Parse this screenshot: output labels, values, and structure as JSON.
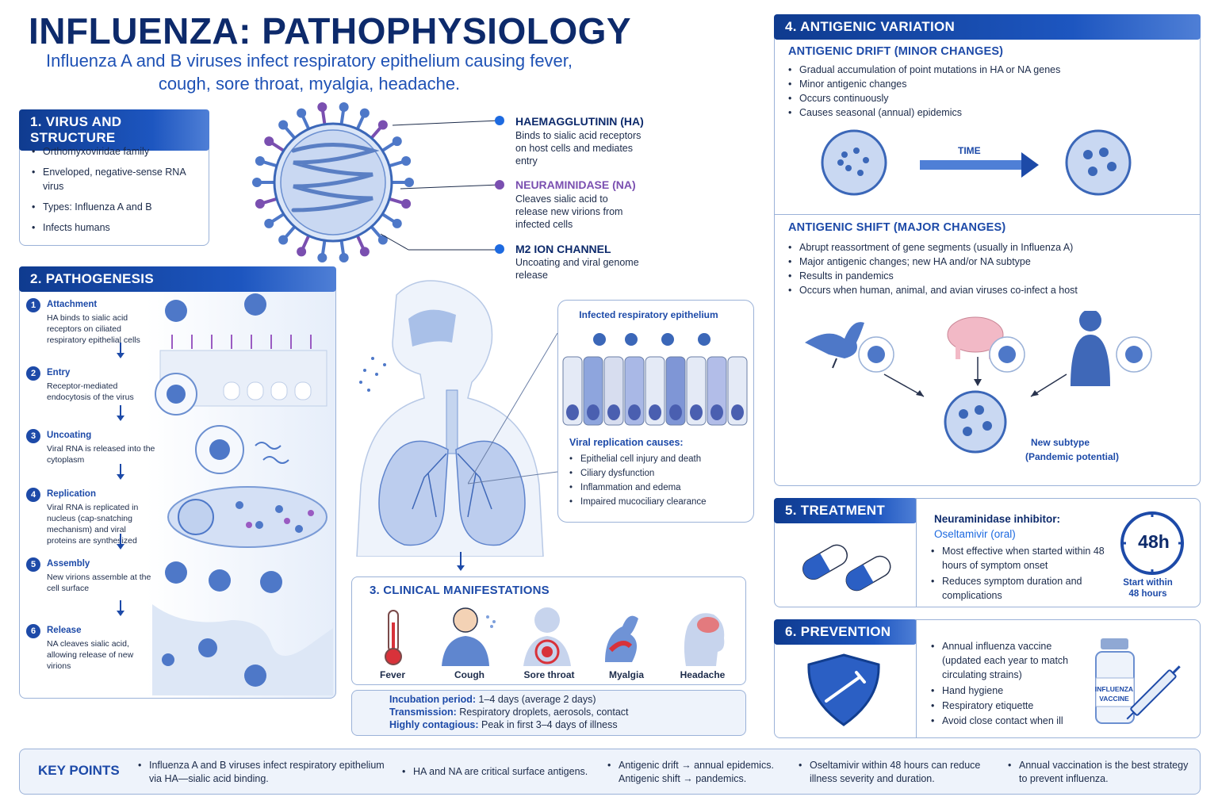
{
  "header": {
    "title": "INFLUENZA: PATHOPHYSIOLOGY",
    "subtitle": "Influenza A and B viruses infect respiratory epithelium causing fever, cough, sore throat, myalgia, headache."
  },
  "virus": {
    "title": "1. VIRUS AND STRUCTURE",
    "items": [
      "Orthomyxoviridae family",
      "Enveloped, negative-sense RNA virus",
      "Types: Influenza A and B",
      "Infects humans"
    ],
    "ha_title": "HAEMAGGLUTININ (HA)",
    "ha_desc": "Binds to sialic acid receptors on host cells and mediates entry",
    "na_title": "NEURAMINIDASE (NA)",
    "na_desc": "Cleaves sialic acid to release new virions from infected cells",
    "m2_title": "M2 ION CHANNEL",
    "m2_desc": "Uncoating and viral genome release"
  },
  "pathogenesis": {
    "title": "2. PATHOGENESIS",
    "steps": [
      {
        "n": "1",
        "title": "Attachment",
        "desc": "HA binds to sialic acid receptors on ciliated respiratory epithelial cells"
      },
      {
        "n": "2",
        "title": "Entry",
        "desc": "Receptor-mediated endocytosis of the virus"
      },
      {
        "n": "3",
        "title": "Uncoating",
        "desc": "Viral RNA is released into the cytoplasm"
      },
      {
        "n": "4",
        "title": "Replication",
        "desc": "Viral RNA is replicated in nucleus (cap-snatching mechanism) and viral proteins are synthesized"
      },
      {
        "n": "5",
        "title": "Assembly",
        "desc": "New virions assemble at the cell surface"
      },
      {
        "n": "6",
        "title": "Release",
        "desc": "NA cleaves sialic acid, allowing release of new virions"
      }
    ]
  },
  "epithelium": {
    "title": "Infected respiratory epithelium",
    "causes_title": "Viral replication causes:",
    "causes": [
      "Epithelial cell injury and death",
      "Ciliary dysfunction",
      "Inflammation and edema",
      "Impaired mucociliary clearance"
    ]
  },
  "clinical": {
    "title": "3. CLINICAL MANIFESTATIONS",
    "symptoms": [
      "Fever",
      "Cough",
      "Sore throat",
      "Myalgia",
      "Headache"
    ],
    "facts": [
      {
        "label": "Incubation period:",
        "value": "1–4 days (average 2 days)"
      },
      {
        "label": "Transmission:",
        "value": "Respiratory droplets, aerosols, contact"
      },
      {
        "label": "Highly contagious:",
        "value": "Peak in first 3–4 days of illness"
      }
    ]
  },
  "antigenic": {
    "title": "4. ANTIGENIC VARIATION",
    "drift_title": "ANTIGENIC DRIFT (MINOR CHANGES)",
    "drift_items": [
      "Gradual accumulation of point mutations in HA or NA genes",
      "Minor antigenic changes",
      "Occurs continuously",
      "Causes seasonal (annual) epidemics"
    ],
    "time_label": "TIME",
    "shift_title": "ANTIGENIC SHIFT (MAJOR CHANGES)",
    "shift_items": [
      "Abrupt reassortment of gene segments (usually in Influenza A)",
      "Major antigenic changes; new HA and/or NA subtype",
      "Results in pandemics",
      "Occurs when human, animal, and avian viruses co-infect a host"
    ],
    "new_subtype": "New subtype",
    "pandemic": "(Pandemic potential)"
  },
  "treatment": {
    "title": "5. TREATMENT",
    "drug_class": "Neuraminidase inhibitor:",
    "drug": "Oseltamivir (oral)",
    "items": [
      "Most effective when started within 48 hours of symptom onset",
      "Reduces symptom duration and complications"
    ],
    "clock_label": "48h",
    "clock_caption_1": "Start within",
    "clock_caption_2": "48 hours"
  },
  "prevention": {
    "title": "6. PREVENTION",
    "items": [
      "Annual influenza vaccine (updated each year to match circulating strains)",
      "Hand hygiene",
      "Respiratory etiquette",
      "Avoid close contact when ill"
    ],
    "vial_label_1": "INFLUENZA",
    "vial_label_2": "VACCINE"
  },
  "key_points": {
    "title": "KEY POINTS",
    "items": [
      "Influenza A and B viruses infect respiratory epithelium via HA—sialic acid binding.",
      "HA and NA are critical surface antigens.",
      "Antigenic drift → annual epidemics. Antigenic shift → pandemics.",
      "Oseltamivir within 48 hours can reduce illness severity and duration.",
      "Annual vaccination is the best strategy to prevent influenza."
    ]
  },
  "colors": {
    "navy": "#0d2a6b",
    "blue": "#1d4aa8",
    "purple": "#7a4fb0",
    "light_blue": "#cfdcf3",
    "red": "#d8323a"
  }
}
